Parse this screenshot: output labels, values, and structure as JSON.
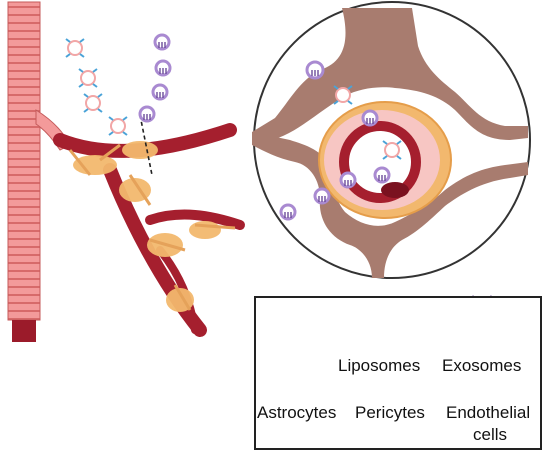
{
  "legend": {
    "liposomes": "Liposomes",
    "exosomes": "Exosomes",
    "astrocytes": "Astrocytes",
    "pericytes": "Pericytes",
    "endothelial_line1": "Endothelial",
    "endothelial_line2": "cells"
  },
  "colors": {
    "muscle": "#f08c8c",
    "vessel_red": "#a51f2e",
    "pericyte": "#f2b86e",
    "astrocyte_brown": "#a87c6f",
    "lumen_pink": "#f7c6c3",
    "exosome_purple": "#a98ad1",
    "liposome_blue": "#4aa3d8"
  }
}
